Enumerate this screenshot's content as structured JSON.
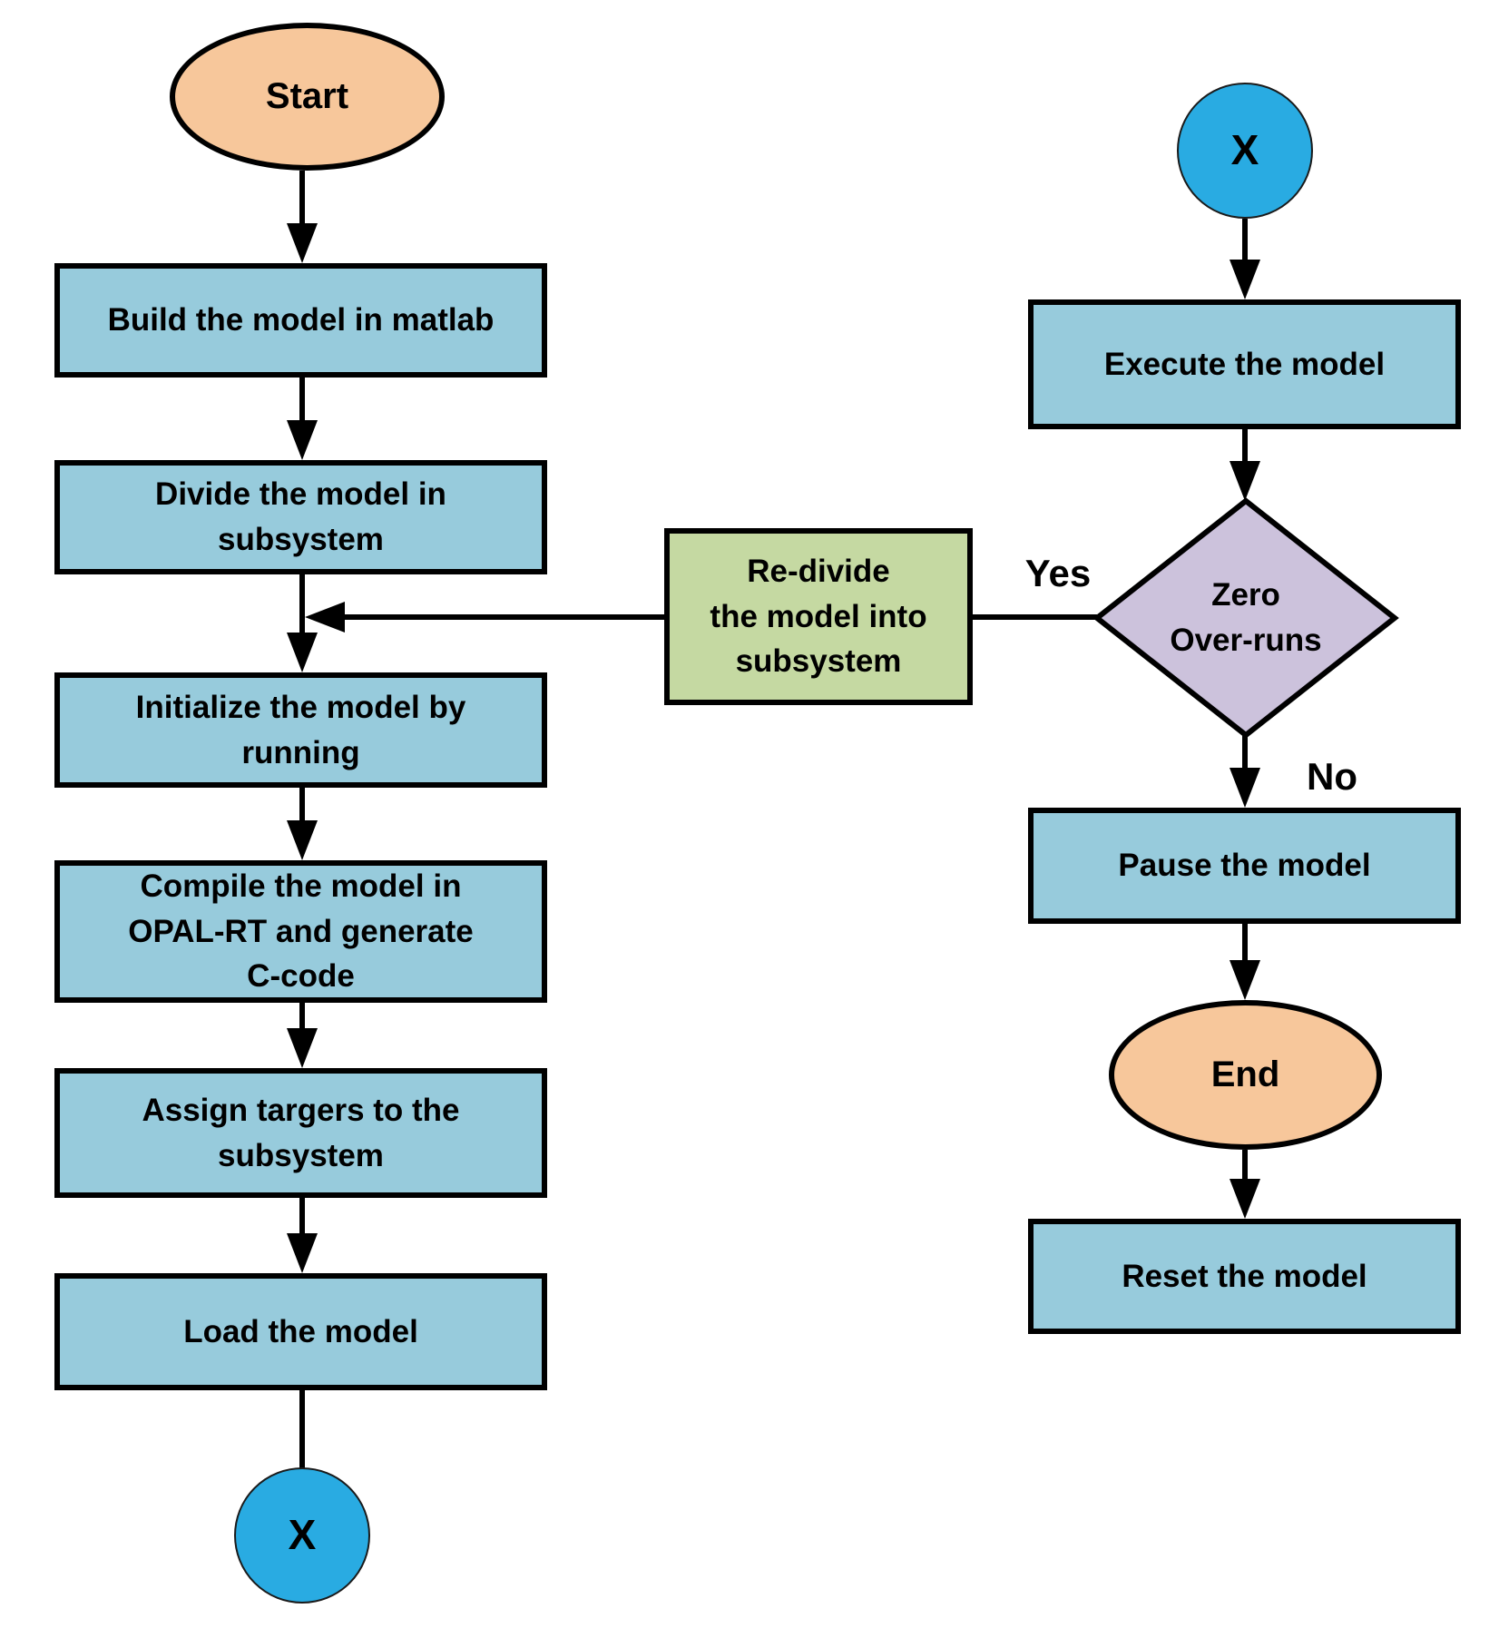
{
  "colors": {
    "process_fill": "#97CBDC",
    "terminator_fill": "#F7C79B",
    "offpage_fill": "#29ABE2",
    "decision_fill": "#CCC2DC",
    "redivide_fill": "#C5D9A2",
    "stroke": "#000000"
  },
  "nodes": {
    "start": "Start",
    "build": "Build the model in matlab",
    "divide": "Divide the model in\nsubsystem",
    "initialize": "Initialize the model by\nrunning",
    "compile": "Compile the model in\nOPAL-RT and generate\nC-code",
    "assign": "Assign targers to the\nsubsystem",
    "load": "Load the model",
    "offpage_left": "X",
    "offpage_right": "X",
    "execute": "Execute the model",
    "decision": "Zero\nOver-runs",
    "redivide": "Re-divide\nthe model into\nsubsystem",
    "pause": "Pause the model",
    "end": "End",
    "reset": "Reset the model"
  },
  "edge_labels": {
    "yes": "Yes",
    "no": "No"
  }
}
